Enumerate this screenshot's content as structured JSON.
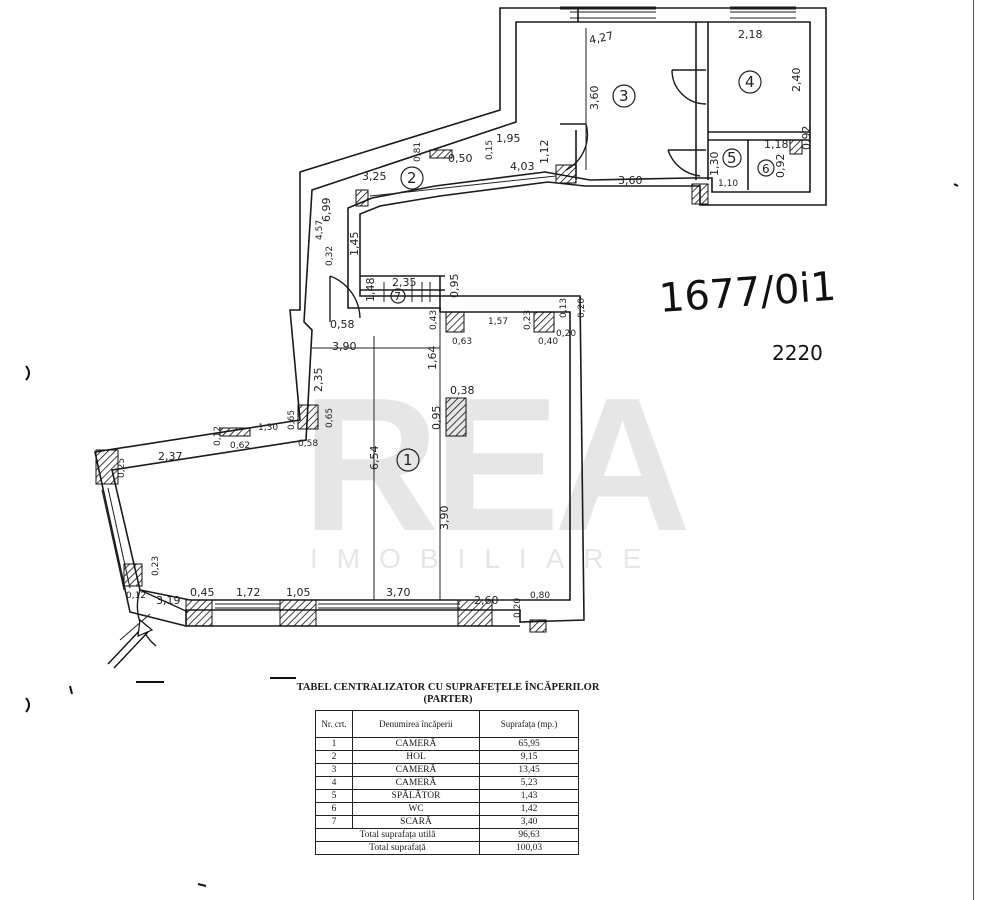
{
  "handwritten_number": "1677/0i1",
  "handwritten_note": "2220",
  "watermark": {
    "brand": "REA",
    "subtitle": "IMOBILIARE"
  },
  "rooms": [
    {
      "num": "1"
    },
    {
      "num": "2"
    },
    {
      "num": "3"
    },
    {
      "num": "4"
    },
    {
      "num": "5"
    },
    {
      "num": "6"
    },
    {
      "num": "7"
    }
  ],
  "dimensions": [
    "4,27",
    "2,18",
    "3,60",
    "2,40",
    "1,95",
    "3,25",
    "4,03",
    "1,12",
    "0,50",
    "3,60",
    "1,30",
    "1,10",
    "0,92",
    "1,18",
    "0,92",
    "6,99",
    "4,57",
    "1,45",
    "0,32",
    "2,35",
    "0,95",
    "1,48",
    "0,58",
    "3,90",
    "1,64",
    "0,43",
    "0,63",
    "1,57",
    "0,23",
    "0,40",
    "0,20",
    "2,35",
    "0,38",
    "0,95",
    "6,54",
    "3,90",
    "2,37",
    "0,12",
    "0,62",
    "1,30",
    "0,65",
    "0,58",
    "0,65",
    "0,25",
    "0,23",
    "0,12",
    "3,19",
    "0,45",
    "1,72",
    "1,05",
    "3,70",
    "2,60",
    "0,20",
    "0,80",
    "0,20",
    "0,13",
    "0,81",
    "0,15"
  ],
  "table": {
    "title": "TABEL CENTRALIZATOR CU SUPRAFEȚELE ÎNCĂPERILOR",
    "subtitle": "(PARTER)",
    "headers": [
      "Nr. crt.",
      "Denumirea încăperii",
      "Suprafața (mp.)"
    ],
    "rows": [
      [
        "1",
        "CAMERĂ",
        "65,95"
      ],
      [
        "2",
        "HOL",
        "9,15"
      ],
      [
        "3",
        "CAMERĂ",
        "13,45"
      ],
      [
        "4",
        "CAMERĂ",
        "5,23"
      ],
      [
        "5",
        "SPĂLĂTOR",
        "1,43"
      ],
      [
        "6",
        "WC",
        "1,42"
      ],
      [
        "7",
        "SCARĂ",
        "3,40"
      ]
    ],
    "total_useful_label": "Total suprafața utilă",
    "total_useful_value": "96,63",
    "total_label": "Total suprafață",
    "total_value": "100,03"
  }
}
